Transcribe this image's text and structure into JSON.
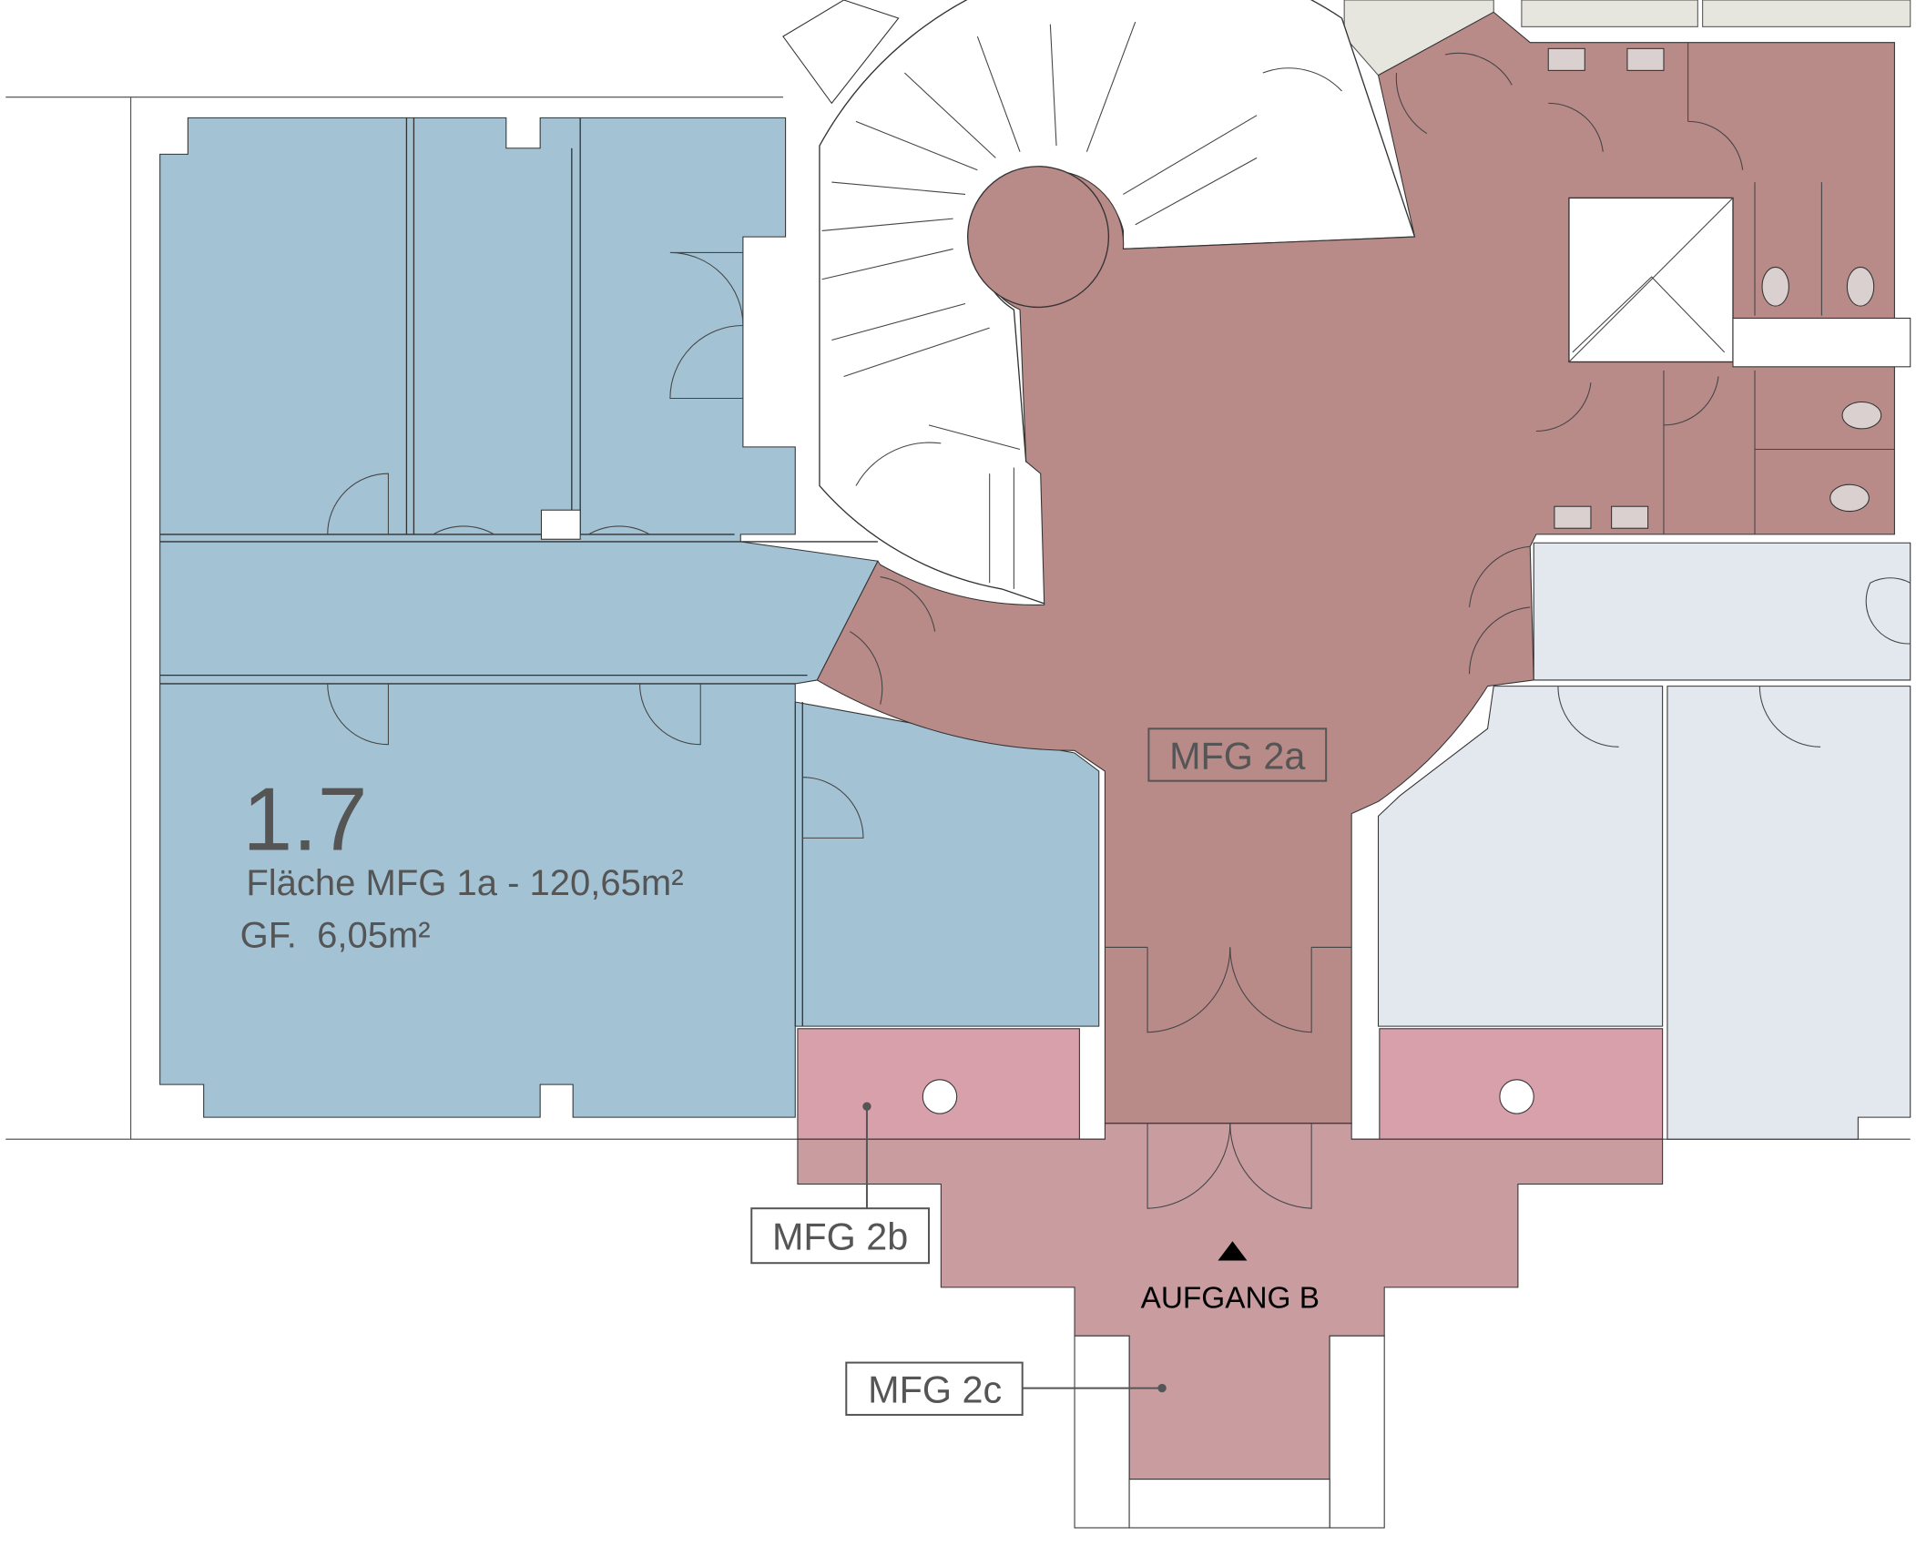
{
  "unit": {
    "number": "1.7",
    "area_label": "Fläche MFG 1a - 120,65m²",
    "gf_label": "GF.  6,05m²"
  },
  "labels": {
    "mfg_2a": "MFG 2a",
    "mfg_2b": "MFG 2b",
    "mfg_2c": "MFG 2c",
    "entrance": "AUFGANG B"
  },
  "colors": {
    "unit_1a": "#a3c3d5",
    "mfg_2a": "#b88a88",
    "mfg_2b": "#d8a0aa",
    "mfg_2c": "#c99ca0",
    "neighbor": "#e3e7ee",
    "other": "#e6e6de"
  }
}
